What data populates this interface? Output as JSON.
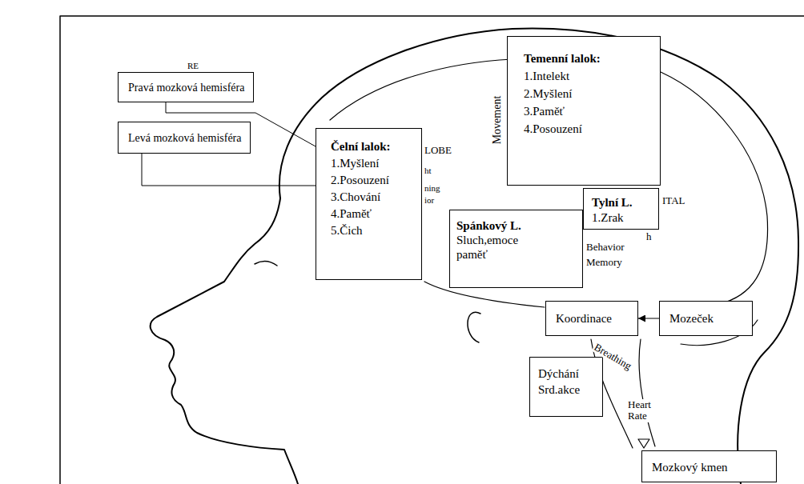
{
  "diagram": {
    "nodes": [
      {
        "text": [
          "Pravá mozková hemisféra"
        ]
      },
      {
        "text": [
          "Levá mozková hemisféra"
        ]
      },
      {
        "text": [
          "Čelní lalok:",
          "1.Myšlení",
          "2.Posouzení",
          "3.Chování",
          "4.Paměť",
          "5.Čich"
        ]
      },
      {
        "text": [
          "Temenní lalok:",
          "1.Intelekt",
          "2.Myšlení",
          "3.Paměť",
          "4.Posouzení"
        ]
      },
      {
        "text": [
          "Tylní L.",
          "1.Zrak"
        ]
      },
      {
        "text": [
          "Spánkový L.",
          "Sluch,emoce paměť"
        ]
      },
      {
        "text": [
          "Koordinace"
        ]
      },
      {
        "text": [
          "Mozeček"
        ]
      },
      {
        "text": [
          "Dýchání Srd.akce"
        ]
      },
      {
        "text": [
          "Mozkový kmen"
        ]
      }
    ],
    "edges": [
      {
        "from": 0,
        "to": 2,
        "arrow": "none"
      },
      {
        "from": 1,
        "to": 2,
        "arrow": "none"
      },
      {
        "from": 7,
        "to": 6,
        "arrow": "to"
      }
    ],
    "labels": [
      "RE",
      "LOBE",
      "ht",
      "ning",
      "ior",
      "Movement",
      "ITAL",
      "h",
      "Behavior",
      "Memory",
      "Breathing",
      "Heart Rate"
    ]
  }
}
